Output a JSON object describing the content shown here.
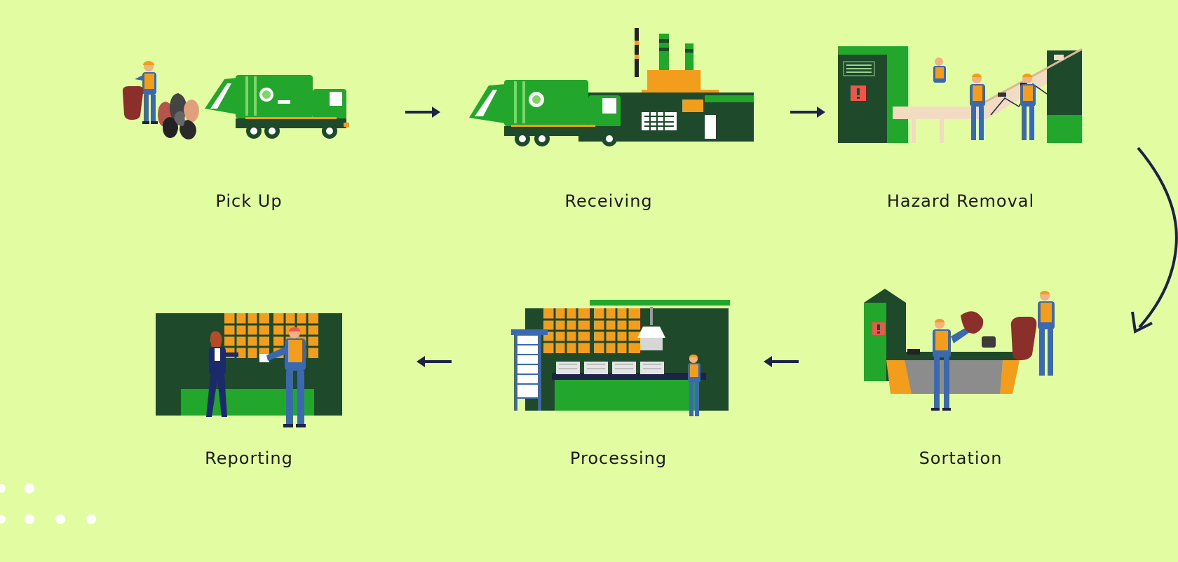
{
  "steps": [
    {
      "label": "Pick Up"
    },
    {
      "label": "Receiving"
    },
    {
      "label": "Hazard Removal"
    },
    {
      "label": "Sortation"
    },
    {
      "label": "Processing"
    },
    {
      "label": "Reporting"
    }
  ],
  "colors": {
    "background": "#e1fca1",
    "green": "#22a62b",
    "dark_green": "#1e4a2b",
    "orange": "#f29d1b",
    "blue": "#3a69b0",
    "navy": "#1b2346",
    "belt": "#f1dcc2",
    "dots": "#ffffff"
  }
}
